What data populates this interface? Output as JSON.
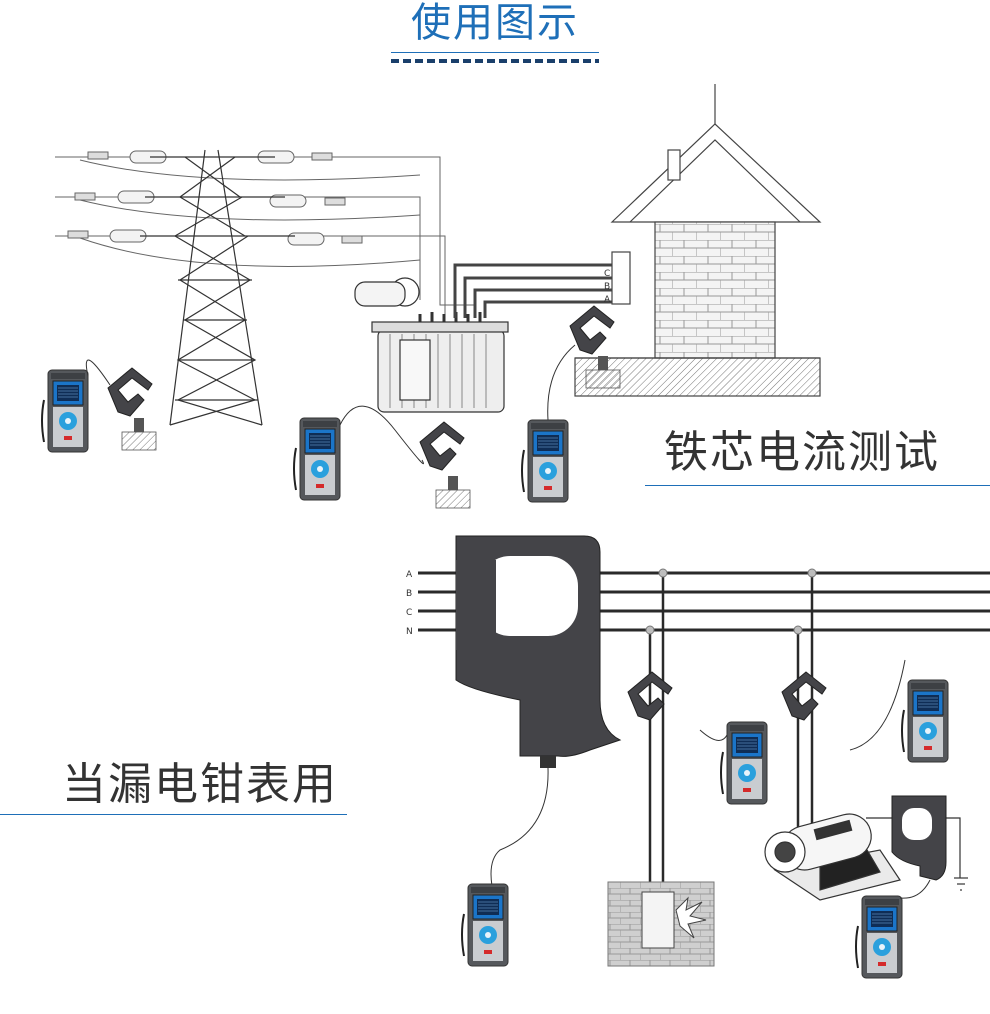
{
  "header": {
    "title": "使用图示"
  },
  "sections": [
    {
      "label": "铁芯电流测试"
    },
    {
      "label": "当漏电钳表用"
    }
  ],
  "phase_labels": [
    "C",
    "B",
    "A"
  ],
  "bus_labels": [
    "A",
    "B",
    "C",
    "N"
  ],
  "colors": {
    "accent": "#1e6fb8",
    "clamp": "#444448",
    "device": "#55585c",
    "screen": "#1b75c9"
  },
  "icons": [
    "transmission-tower-icon",
    "transformer-icon",
    "house-icon",
    "clamp-meter-icon",
    "motor-icon",
    "ground-icon",
    "leakage-spark-icon"
  ]
}
